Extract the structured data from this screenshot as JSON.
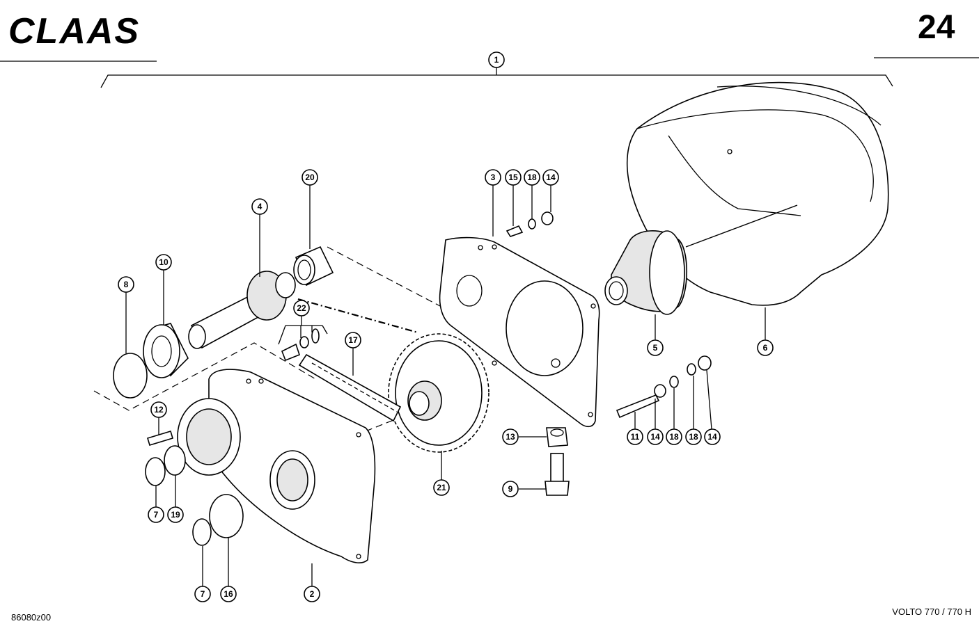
{
  "header": {
    "brand": "CLAAS",
    "page_number": "24"
  },
  "footer": {
    "drawing_id": "86080z00",
    "model": "VOLTO 770 / 770 H"
  },
  "callouts": [
    {
      "id": "c-1",
      "label": "1"
    },
    {
      "id": "c-20",
      "label": "20"
    },
    {
      "id": "c-3",
      "label": "3"
    },
    {
      "id": "c-15",
      "label": "15"
    },
    {
      "id": "c-18a",
      "label": "18"
    },
    {
      "id": "c-14a",
      "label": "14"
    },
    {
      "id": "c-4",
      "label": "4"
    },
    {
      "id": "c-10",
      "label": "10"
    },
    {
      "id": "c-8",
      "label": "8"
    },
    {
      "id": "c-22",
      "label": "22"
    },
    {
      "id": "c-17",
      "label": "17"
    },
    {
      "id": "c-5",
      "label": "5"
    },
    {
      "id": "c-6",
      "label": "6"
    },
    {
      "id": "c-12",
      "label": "12"
    },
    {
      "id": "c-13",
      "label": "13"
    },
    {
      "id": "c-11",
      "label": "11"
    },
    {
      "id": "c-14b",
      "label": "14"
    },
    {
      "id": "c-18b",
      "label": "18"
    },
    {
      "id": "c-18c",
      "label": "18"
    },
    {
      "id": "c-14c",
      "label": "14"
    },
    {
      "id": "c-7a",
      "label": "7"
    },
    {
      "id": "c-19",
      "label": "19"
    },
    {
      "id": "c-21",
      "label": "21"
    },
    {
      "id": "c-9",
      "label": "9"
    },
    {
      "id": "c-7b",
      "label": "7"
    },
    {
      "id": "c-16",
      "label": "16"
    },
    {
      "id": "c-2",
      "label": "2"
    }
  ]
}
